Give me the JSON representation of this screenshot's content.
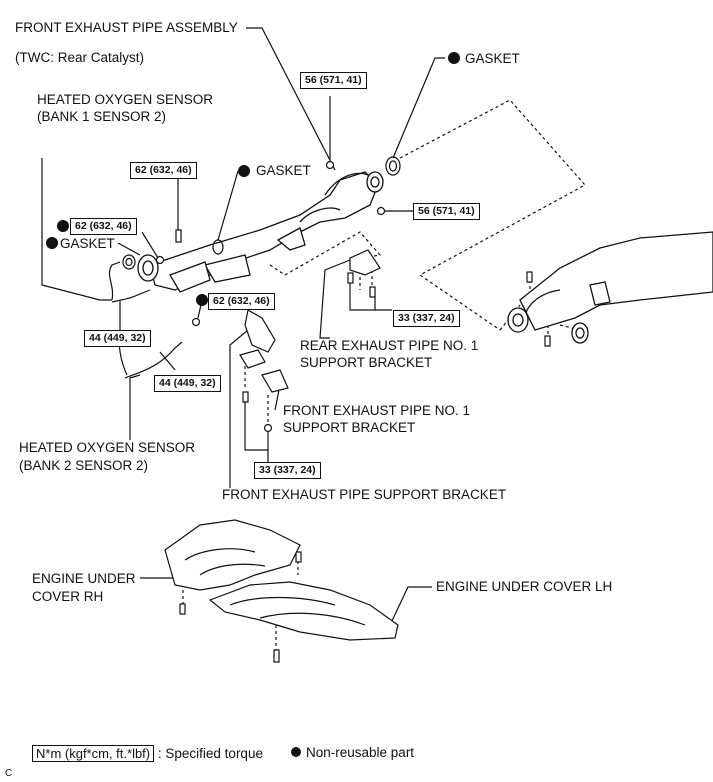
{
  "labels": {
    "front_exhaust_pipe_assembly": "FRONT EXHAUST PIPE ASSEMBLY",
    "twc_rear_catalyst": "(TWC: Rear Catalyst)",
    "gasket_top_right": "GASKET",
    "heated_oxygen_sensor_bank1_line1": "HEATED OXYGEN SENSOR",
    "heated_oxygen_sensor_bank1_line2": "(BANK 1 SENSOR 2)",
    "gasket_middle": "GASKET",
    "gasket_left": "GASKET",
    "rear_exhaust_pipe_bracket_line1": "REAR EXHAUST PIPE NO. 1",
    "rear_exhaust_pipe_bracket_line2": "SUPPORT BRACKET",
    "front_exhaust_pipe_no1_line1": "FRONT EXHAUST PIPE NO. 1",
    "front_exhaust_pipe_no1_line2": "SUPPORT BRACKET",
    "heated_oxygen_sensor_bank2_line1": "HEATED OXYGEN SENSOR",
    "heated_oxygen_sensor_bank2_line2": "(BANK 2 SENSOR 2)",
    "front_exhaust_pipe_support_bracket": "FRONT EXHAUST PIPE SUPPORT BRACKET",
    "engine_under_cover_rh_line1": "ENGINE UNDER",
    "engine_under_cover_rh_line2": "COVER RH",
    "engine_under_cover_lh": "ENGINE UNDER COVER LH"
  },
  "torques": {
    "t_56_top": "56 (571, 41)",
    "t_56_right": "56 (571, 41)",
    "t_62_upper": "62 (632, 46)",
    "t_62_left": "62 (632, 46)",
    "t_62_lower": "62 (632, 46)",
    "t_33_right": "33 (337, 24)",
    "t_33_lower": "33 (337, 24)",
    "t_44_left": "44 (449, 32)",
    "t_44_right": "44 (449, 32)"
  },
  "legend": {
    "torque_unit": "N*m (kgf*cm, ft.*lbf)",
    "torque_desc": ": Specified torque",
    "nonreusable_desc": "Non-reusable part"
  },
  "corner_mark": "C"
}
